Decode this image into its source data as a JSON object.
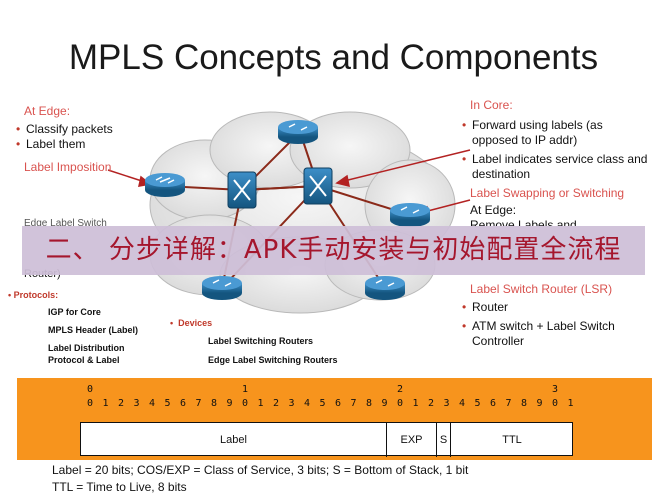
{
  "title": "MPLS Concepts and Components",
  "edge": {
    "heading": "At Edge:",
    "items": [
      "Classify packets",
      "Label them"
    ],
    "imposition": "Label Imposition",
    "cut_label": "Edge Label Switch",
    "router_fragment": "Router)"
  },
  "protocols": {
    "heading": "Protocols:",
    "items": [
      "IGP for Core",
      "MPLS Header (Label)",
      "Label Distribution Protocol & Label"
    ]
  },
  "devices": {
    "heading": "Devices",
    "items": [
      "Label Switching Routers",
      "Edge Label Switching Routers"
    ]
  },
  "core": {
    "heading": "In Core:",
    "items": [
      "Forward using labels (as opposed to IP addr)",
      "Label indicates service class and destination"
    ],
    "swapping": "Label Swapping or Switching",
    "edge2_heading": "At Edge:",
    "edge2_fragment": "Remove Labels and"
  },
  "lsr": {
    "heading": "Label Switch Router (LSR)",
    "items": [
      "Router",
      "ATM switch + Label Switch Controller"
    ]
  },
  "banner": "二、 分步详解：APK手动安装与初始配置全流程",
  "bits": {
    "decades": [
      "0",
      "1",
      "2",
      "3"
    ],
    "units": [
      "0",
      "1",
      "2",
      "3",
      "4",
      "5",
      "6",
      "7",
      "8",
      "9",
      "0",
      "1",
      "2",
      "3",
      "4",
      "5",
      "6",
      "7",
      "8",
      "9",
      "0",
      "1",
      "2",
      "3",
      "4",
      "5",
      "6",
      "7",
      "8",
      "9",
      "0",
      "1"
    ]
  },
  "header_fields": [
    "Label",
    "EXP",
    "S",
    "TTL"
  ],
  "legend": [
    "Label = 20 bits; COS/EXP = Class of Service, 3 bits; S = Bottom of Stack, 1 bit",
    "TTL = Time to Live, 8 bits"
  ],
  "colors": {
    "accent_red": "#d9534f",
    "router_blue": "#1f6fa8",
    "orange": "#f7941d",
    "banner_text": "#a5162d"
  }
}
